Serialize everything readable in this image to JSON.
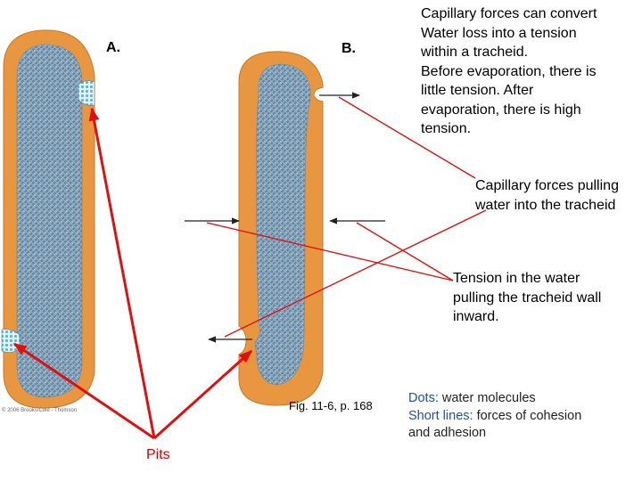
{
  "labels": {
    "a": "A.",
    "b": "B."
  },
  "notes": {
    "conversion": [
      "Capillary forces can convert",
      "Water loss into a tension",
      "within a tracheid.",
      "Before evaporation, there is",
      "little tension. After",
      "evaporation, there is high",
      "tension."
    ],
    "capillary": [
      "Capillary forces pulling",
      "water into the tracheid"
    ],
    "tension": [
      "Tension in the water",
      "pulling the tracheid wall",
      "inward."
    ]
  },
  "figure_ref": "Fig. 11-6, p. 168",
  "copyright": "© 2006 Brooks/Cole - Thomson",
  "legend": {
    "dots_key": "Dots:",
    "dots_text": " water molecules",
    "lines_key": "Short lines:",
    "lines_text": " forces of cohesion",
    "lines_text2": "and adhesion"
  },
  "pits_label": "Pits",
  "colors": {
    "wall": "#e8963f",
    "wall_edge": "#c9772a",
    "lumen": "#8ea8bc",
    "molecule": "#3b6f9a",
    "pointer": "#e01010",
    "arrow": "#222222",
    "pit_water": "#5ab7d8",
    "legend_key": "#1f4fb8"
  }
}
